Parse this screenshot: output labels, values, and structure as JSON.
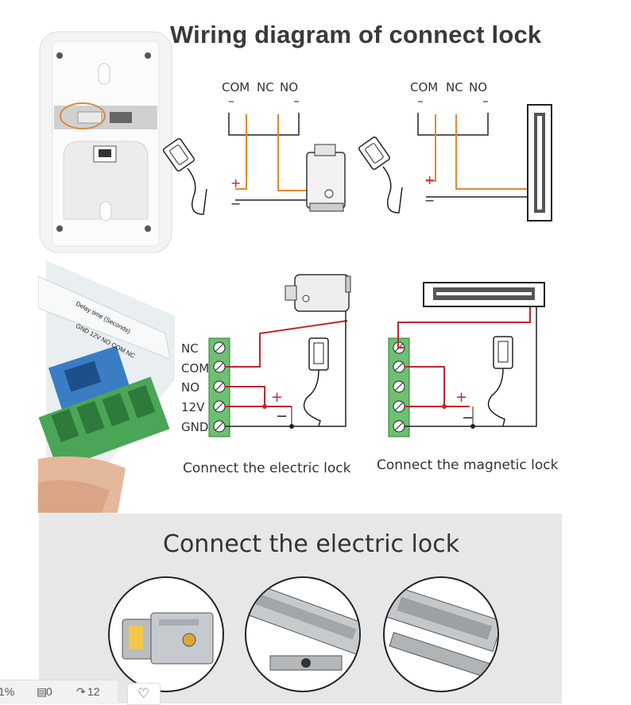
{
  "title": "Wiring diagram of connect lock",
  "relay_labels": {
    "com": "COM",
    "nc": "NC",
    "no": "NO"
  },
  "polarity": {
    "plus": "+",
    "minus": "−"
  },
  "board_text": {
    "delay": "Delay time (Seconds)",
    "pins": "GND 12V NO COM NC"
  },
  "terminal_labels": [
    "NC",
    "COM",
    "NO",
    "12V",
    "GND"
  ],
  "captions": {
    "electric": "Connect the electric lock",
    "magnetic": "Connect the magnetic lock"
  },
  "section3_title": "Connect the electric lock",
  "stats": {
    "percent": "1%",
    "comments": "0",
    "shares": "12"
  },
  "colors": {
    "wire_red": "#c0272d",
    "wire_orange": "#e08a2c",
    "wire_black": "#222222",
    "terminal_green": "#5cb85c"
  }
}
